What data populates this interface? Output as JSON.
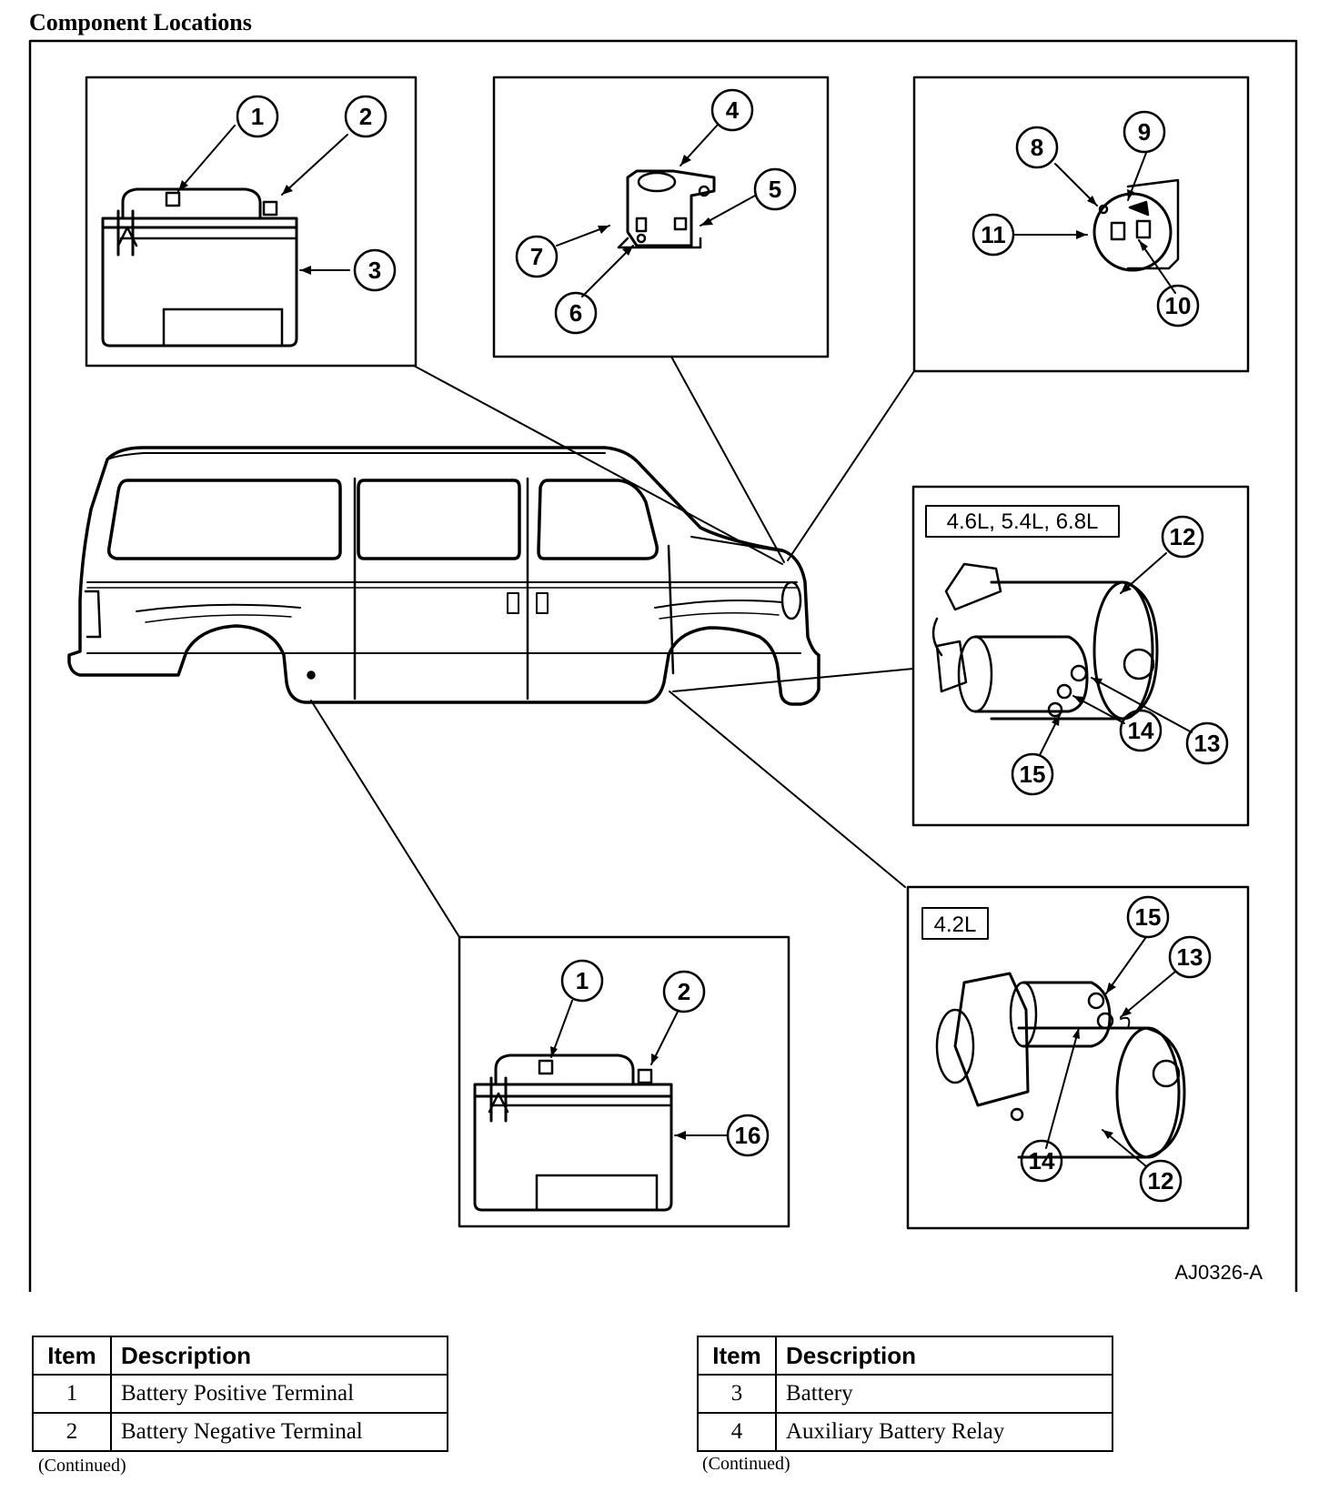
{
  "title": "Component Locations",
  "figure_id": "AJ0326-A",
  "callouts": {
    "c1a": "1",
    "c2a": "2",
    "c3": "3",
    "c4": "4",
    "c5": "5",
    "c6": "6",
    "c7": "7",
    "c8": "8",
    "c9": "9",
    "c10": "10",
    "c11": "11",
    "c12a": "12",
    "c13a": "13",
    "c14a": "14",
    "c15a": "15",
    "c15b": "15",
    "c13b": "13",
    "c14b": "14",
    "c12b": "12",
    "c1b": "1",
    "c2b": "2",
    "c16": "16"
  },
  "variants": {
    "v8": "4.6L, 5.4L, 6.8L",
    "v6": "4.2L"
  },
  "legend_left": {
    "header_item": "Item",
    "header_desc": "Description",
    "rows": [
      {
        "item": "1",
        "desc": "Battery Positive Terminal"
      },
      {
        "item": "2",
        "desc": "Battery Negative Terminal"
      }
    ],
    "continued": "(Continued)"
  },
  "legend_right": {
    "header_item": "Item",
    "header_desc": "Description",
    "rows": [
      {
        "item": "3",
        "desc": "Battery"
      },
      {
        "item": "4",
        "desc": "Auxiliary Battery Relay"
      }
    ],
    "continued": "(Continued)"
  }
}
